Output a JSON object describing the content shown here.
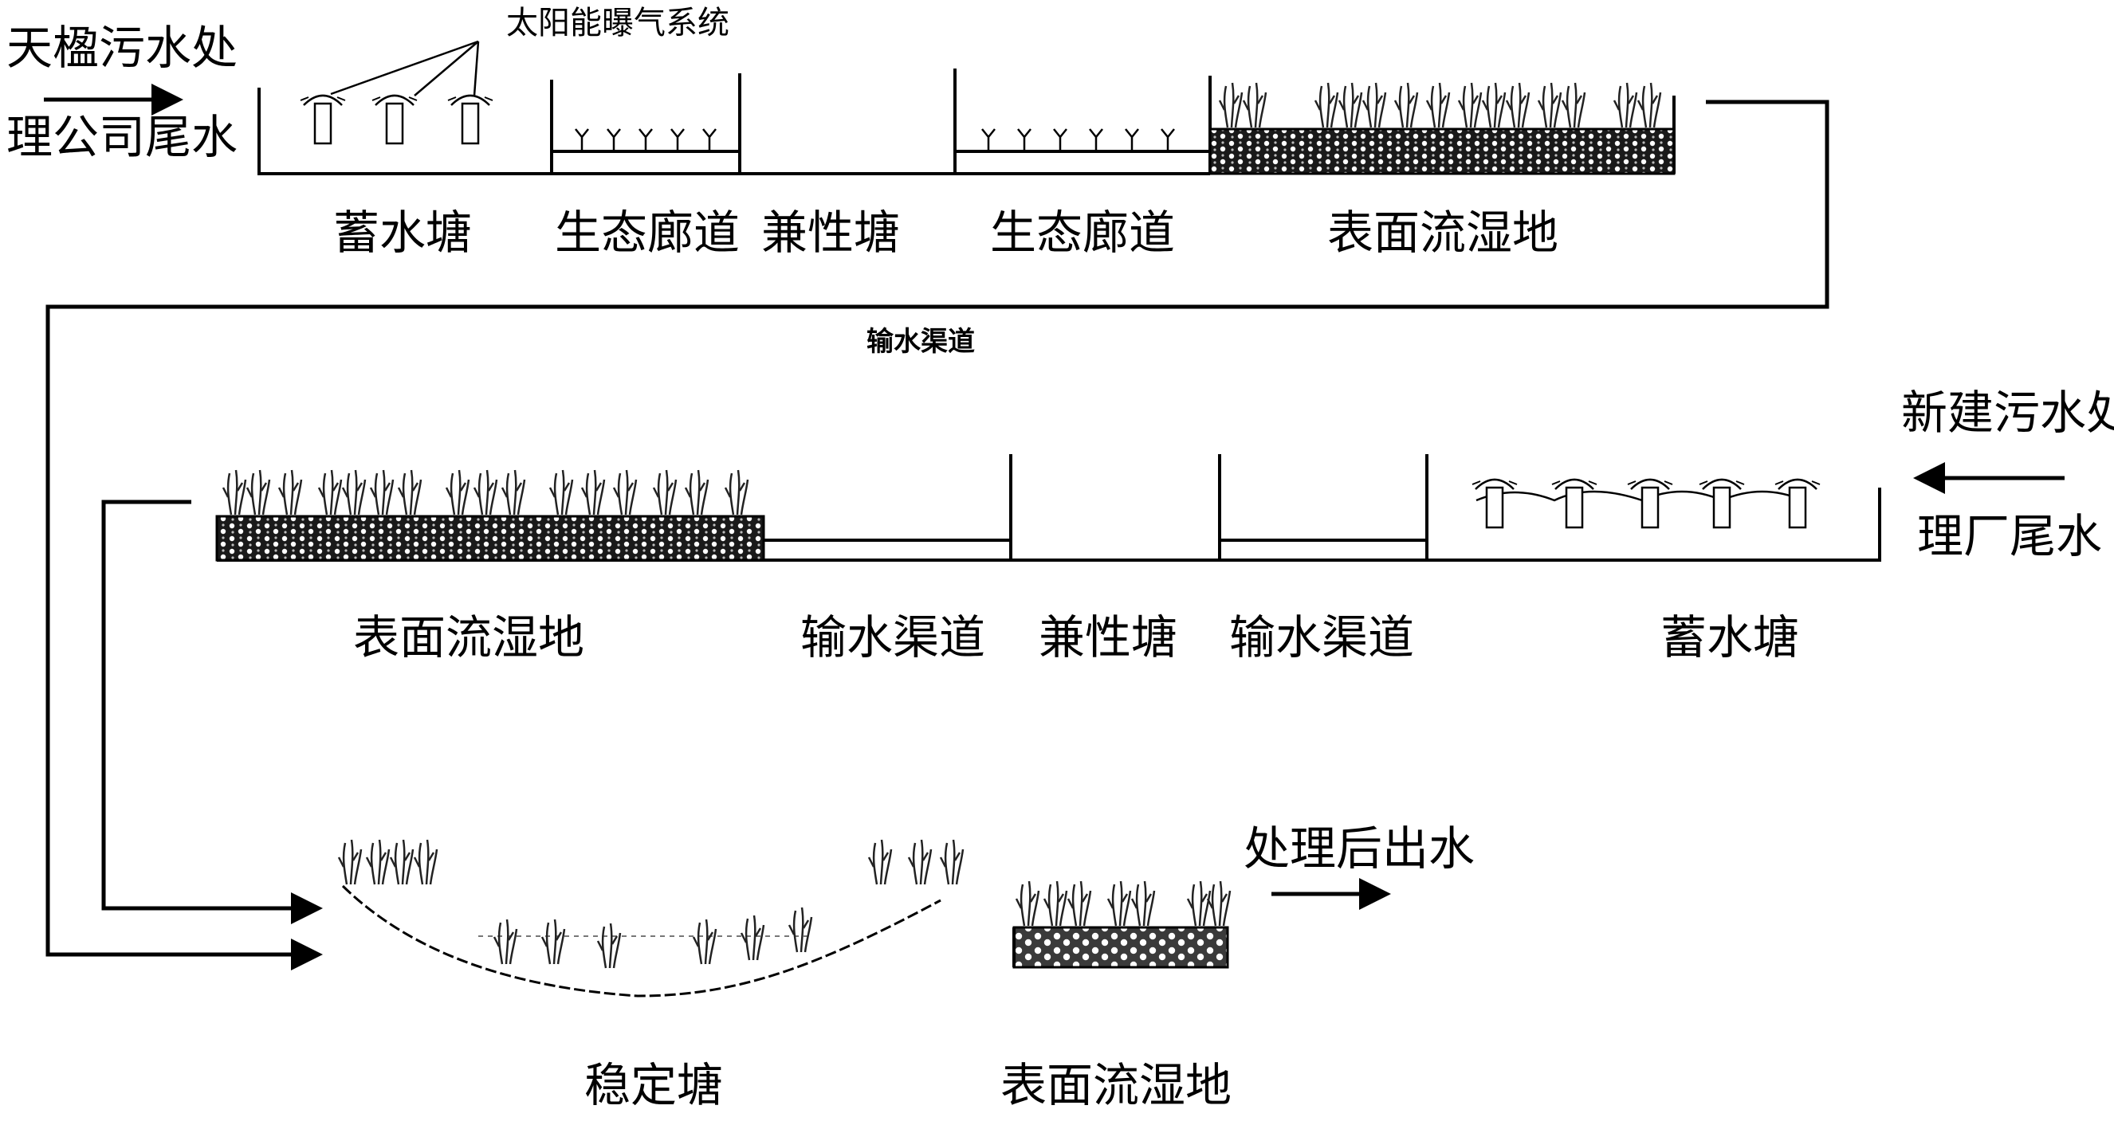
{
  "top_row": {
    "source_line1": "天楹污水处",
    "source_line2": "理公司尾水",
    "aeration_label": "太阳能曝气系统",
    "stages": [
      "蓄水塘",
      "生态廊道",
      "兼性塘",
      "生态廊道",
      "表面流湿地"
    ]
  },
  "connector": {
    "canal_label": "输水渠道"
  },
  "middle_row": {
    "source_line1": "新建污水处",
    "source_line2": "理厂尾水",
    "stages": [
      "表面流湿地",
      "输水渠道",
      "兼性塘",
      "输水渠道",
      "蓄水塘"
    ]
  },
  "bottom_row": {
    "stages": [
      "稳定塘",
      "表面流湿地"
    ],
    "outflow_label": "处理后出水"
  }
}
